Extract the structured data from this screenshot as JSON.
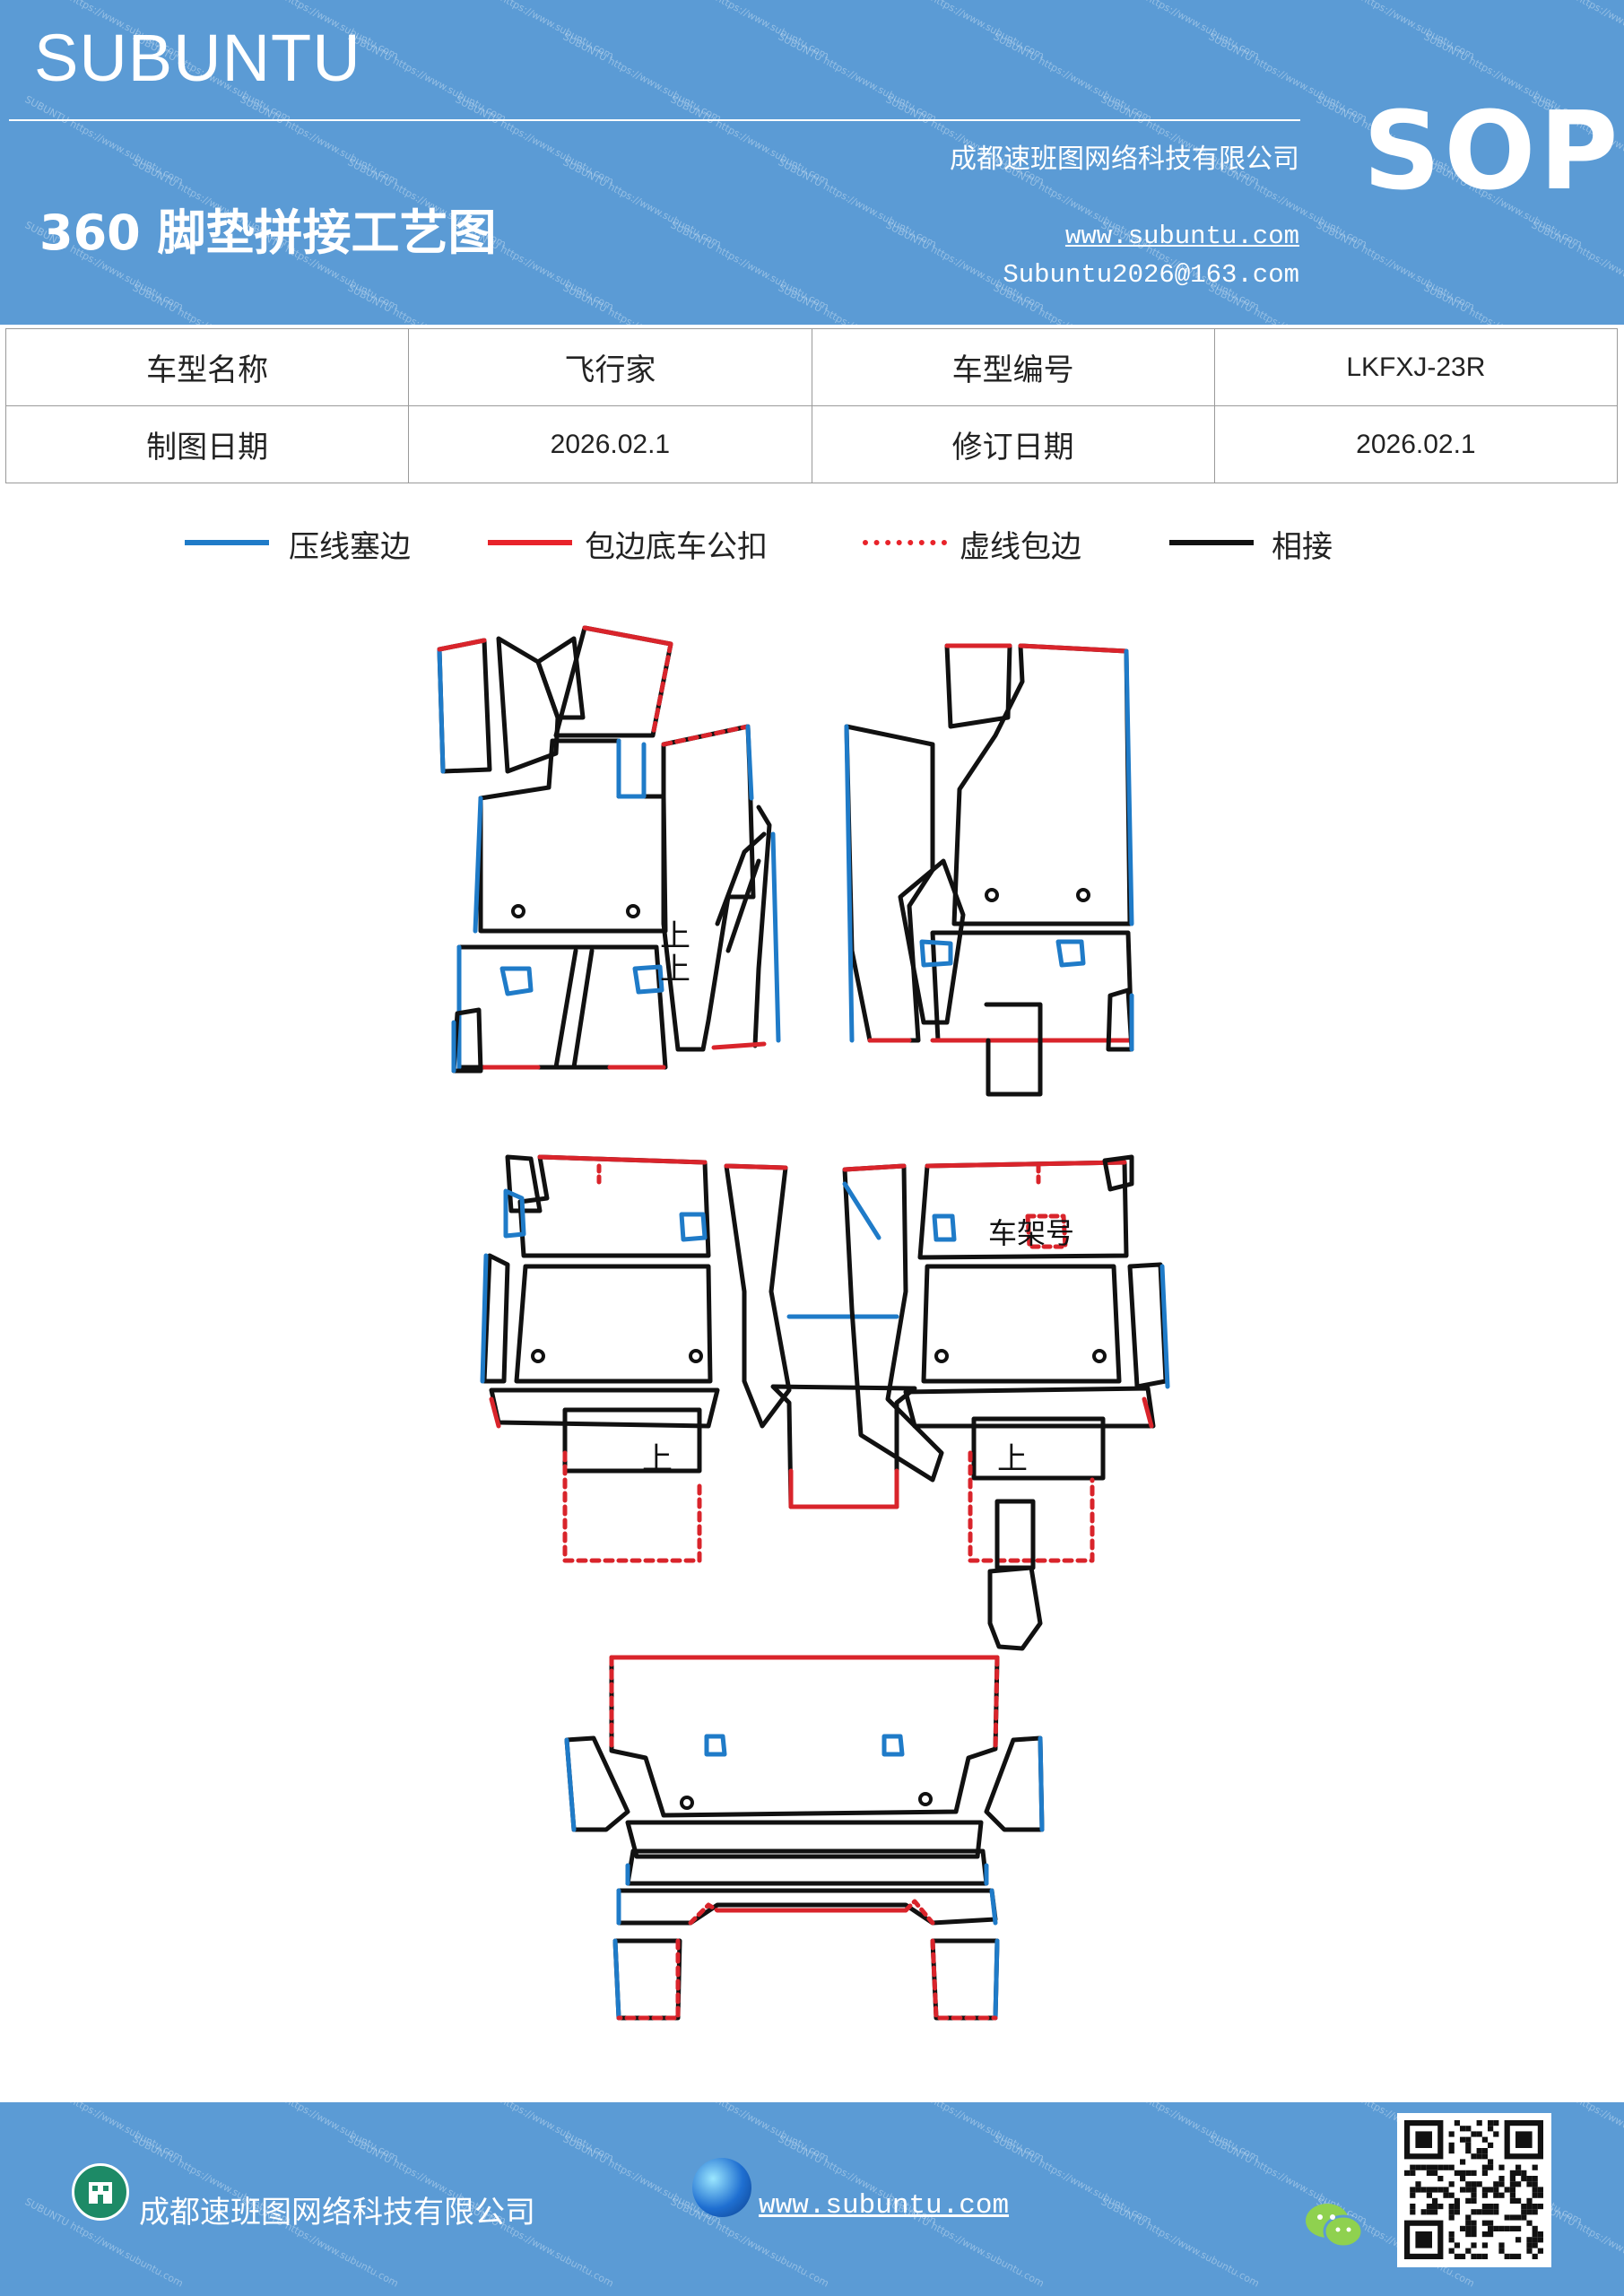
{
  "header": {
    "brand": "SUBUNTU",
    "title": "360 脚垫拼接工艺图",
    "company": "成都速班图网络科技有限公司",
    "website": "www.subuntu.com",
    "email": "Subuntu2026@163.com",
    "badge": "SOP",
    "watermark_text": "SUBUNTU https://www.subuntu.com"
  },
  "info": {
    "row1": [
      "车型名称",
      "飞行家",
      "车型编号",
      "LKFXJ-23R"
    ],
    "row2": [
      "制图日期",
      "2026.02.1",
      "修订日期",
      "2026.02.1"
    ]
  },
  "legend": [
    {
      "label": "压线塞边",
      "color": "#1f7bc8",
      "style": "solid"
    },
    {
      "label": "包边底车公扣",
      "color": "#e8232a",
      "style": "solid"
    },
    {
      "label": "虚线包边",
      "color": "#e8232a",
      "style": "dashed"
    },
    {
      "label": "相接",
      "color": "#111111",
      "style": "solid"
    }
  ],
  "diagram": {
    "up_label": "上",
    "vin_label": "车架号",
    "colors": {
      "blue": "#1f7bc8",
      "red": "#d9242b",
      "black": "#111111"
    }
  },
  "footer": {
    "company": "成都速班图网络科技有限公司",
    "website": "www.subuntu.com"
  }
}
